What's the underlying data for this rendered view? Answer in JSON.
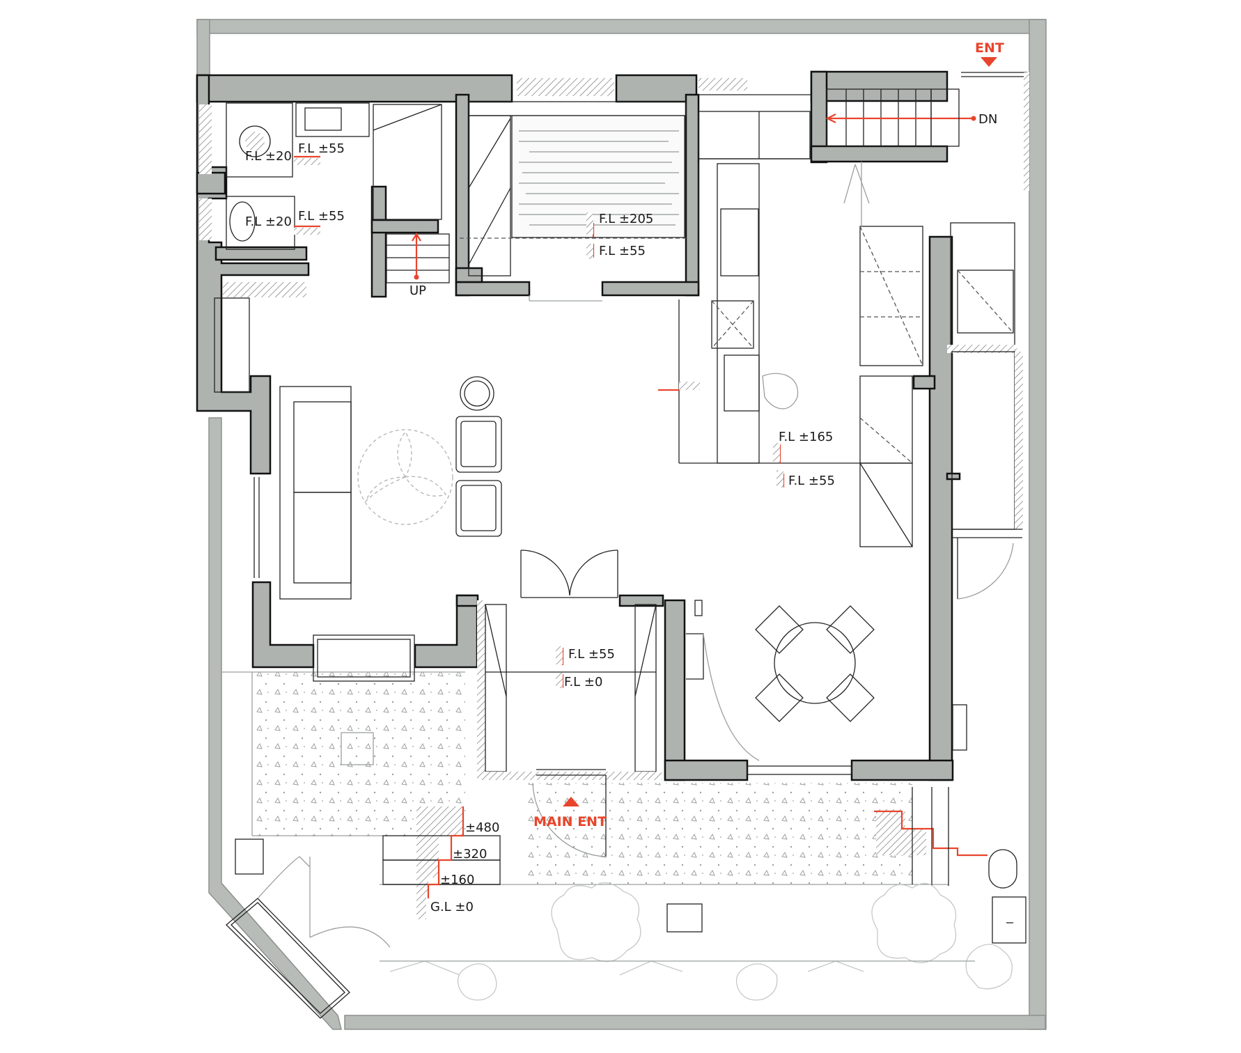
{
  "entrance": {
    "ent": "ENT",
    "main_ent": "MAIN ENT"
  },
  "stairs": {
    "down": "DN",
    "up": "UP"
  },
  "levels": {
    "bath_shower": "F.L ±20",
    "bath_shower_outer": "F.L ±55",
    "toilet": "F.L ±20",
    "toilet_outer": "F.L ±55",
    "bed_raised": "F.L ±205",
    "bed_floor": "F.L ±55",
    "kitchen_raised": "F.L ±165",
    "kitchen_floor": "F.L ±55",
    "foyer_inner": "F.L ±55",
    "foyer_outer": "F.L ±0",
    "step_480": "±480",
    "step_320": "±320",
    "step_160": "±160",
    "ground": "G.L ±0"
  },
  "colors": {
    "wall": "#aeb3b0",
    "accent": "#e8452c",
    "line": "#111111"
  }
}
